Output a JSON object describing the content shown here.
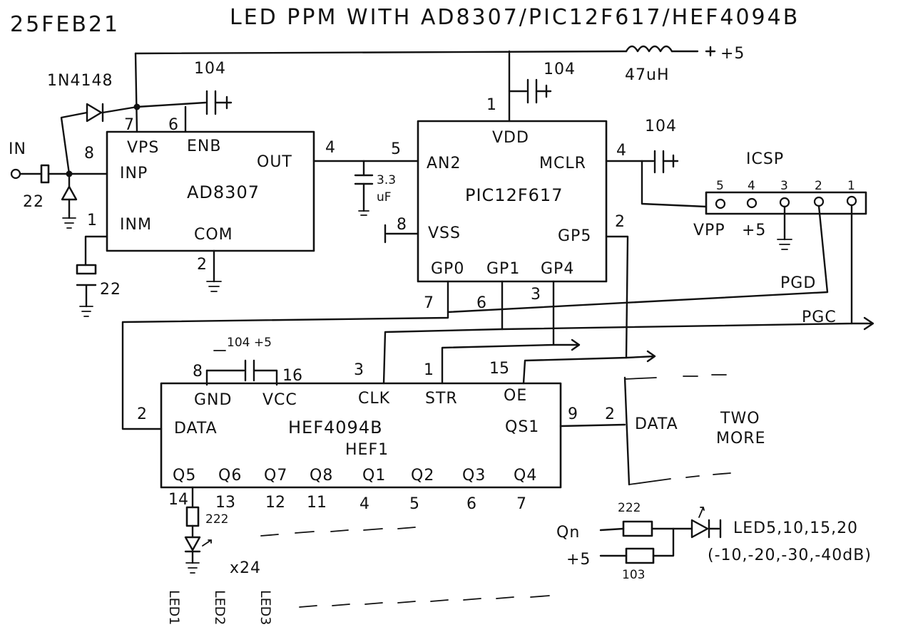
{
  "header": {
    "date": "25FEB21",
    "title": "LED PPM WITH AD8307/PIC12F617/HEF4094B"
  },
  "power": {
    "inductor_value": "47uH",
    "supply": "+5"
  },
  "input": {
    "label": "IN",
    "diode": "1N4148",
    "r_value": "22",
    "c_value": "22",
    "c_top": "104"
  },
  "ad8307": {
    "name": "AD8307",
    "pins": {
      "vps": "VPS",
      "enb": "ENB",
      "inp": "INP",
      "inm": "INM",
      "out": "OUT",
      "com": "COM"
    },
    "pin_numbers": {
      "p7": "7",
      "p6": "6",
      "p8": "8",
      "p1": "1",
      "p4": "4",
      "p2": "2"
    }
  },
  "out_cap": {
    "value": "3.3",
    "unit": "uF"
  },
  "pic": {
    "name": "PIC12F617",
    "pins": {
      "vdd": "VDD",
      "an2": "AN2",
      "mclr": "MCLR",
      "vss": "VSS",
      "gp5": "GP5",
      "gp0": "GP0",
      "gp1": "GP1",
      "gp4": "GP4"
    },
    "pin_numbers": {
      "p1": "1",
      "p5": "5",
      "p4": "4",
      "p8": "8",
      "p2": "2",
      "p7": "7",
      "p6": "6",
      "p3": "3"
    },
    "cap_vdd": "104",
    "cap_mclr": "104"
  },
  "icsp": {
    "title": "ICSP",
    "pin_numbers": [
      "5",
      "4",
      "3",
      "2",
      "1"
    ],
    "labels": {
      "vpp": "VPP",
      "plus5": "+5",
      "pgd": "PGD",
      "pgc": "PGC"
    }
  },
  "hef": {
    "name": "HEF4094B",
    "sub": "HEF1",
    "cap_note": "104 +5",
    "pins": {
      "gnd": "GND",
      "vcc": "VCC",
      "clk": "CLK",
      "str": "STR",
      "oe": "OE",
      "data": "DATA",
      "qs1": "QS1"
    },
    "pin_numbers": {
      "p8": "8",
      "p16": "16",
      "p3": "3",
      "p1": "1",
      "p15": "15",
      "p2": "2",
      "p9": "9"
    },
    "outputs": [
      "Q5",
      "Q6",
      "Q7",
      "Q8",
      "Q1",
      "Q2",
      "Q3",
      "Q4"
    ],
    "output_pins": [
      "14",
      "13",
      "12",
      "11",
      "4",
      "5",
      "6",
      "7"
    ]
  },
  "next_stage": {
    "data_pin": "2",
    "data": "DATA",
    "note_line1": "TWO",
    "note_line2": "MORE"
  },
  "leds": {
    "resistor": "222",
    "count": "x24",
    "names": [
      "LED1",
      "LED2",
      "LED3"
    ]
  },
  "led_detail": {
    "qn": "Qn",
    "r1": "222",
    "plus5": "+5",
    "r2": "103",
    "leds": "LED5,10,15,20",
    "levels": "(-10,-20,-30,-40dB)"
  }
}
